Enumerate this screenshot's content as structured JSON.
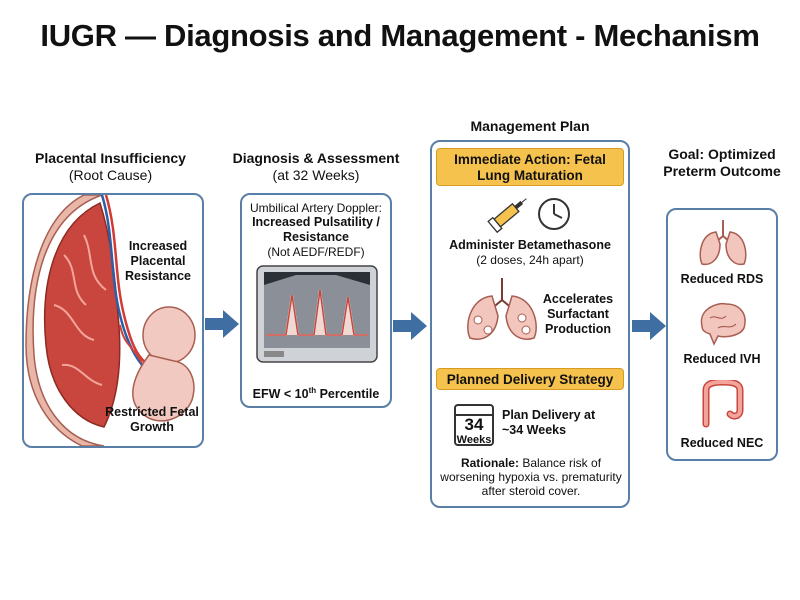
{
  "title": "IUGR — Diagnosis and Management - Mechanism",
  "col1": {
    "heading": "Placental Insufficiency",
    "sub": "(Root Cause)",
    "label_resistance": "Increased Placental Resistance",
    "label_growth": "Restricted Fetal Growth"
  },
  "col2": {
    "heading": "Diagnosis & Assessment",
    "sub": "(at 32 Weeks)",
    "doppler_line": "Umbilical Artery Doppler:",
    "doppler_bold": "Increased Pulsatility / Resistance",
    "doppler_note": "(Not AEDF/REDF)",
    "efw_prefix": "EFW < 10",
    "efw_sup": "th",
    "efw_suffix": " Percentile"
  },
  "col3": {
    "heading": "Management Plan",
    "banner1": "Immediate Action: Fetal Lung Maturation",
    "administer": "Administer Betamethasone",
    "doses": "(2 doses, 24h apart)",
    "accelerates": "Accelerates Surfactant Production",
    "banner2": "Planned Delivery Strategy",
    "cal_num": "34",
    "cal_word": "Weeks",
    "plan": "Plan Delivery at ~34 Weeks",
    "rationale_label": "Rationale:",
    "rationale_text": " Balance risk of worsening hypoxia vs. prematurity after steroid cover."
  },
  "col4": {
    "heading": "Goal: Optimized Preterm Outcome",
    "rds": "Reduced RDS",
    "ivh": "Reduced IVH",
    "nec": "Reduced NEC"
  },
  "colors": {
    "panel_border": "#5a7fa6",
    "arrow": "#3f6ea3",
    "banner": "#f6c24e",
    "placenta": "#c8463d",
    "fetus": "#f2c9c0"
  }
}
